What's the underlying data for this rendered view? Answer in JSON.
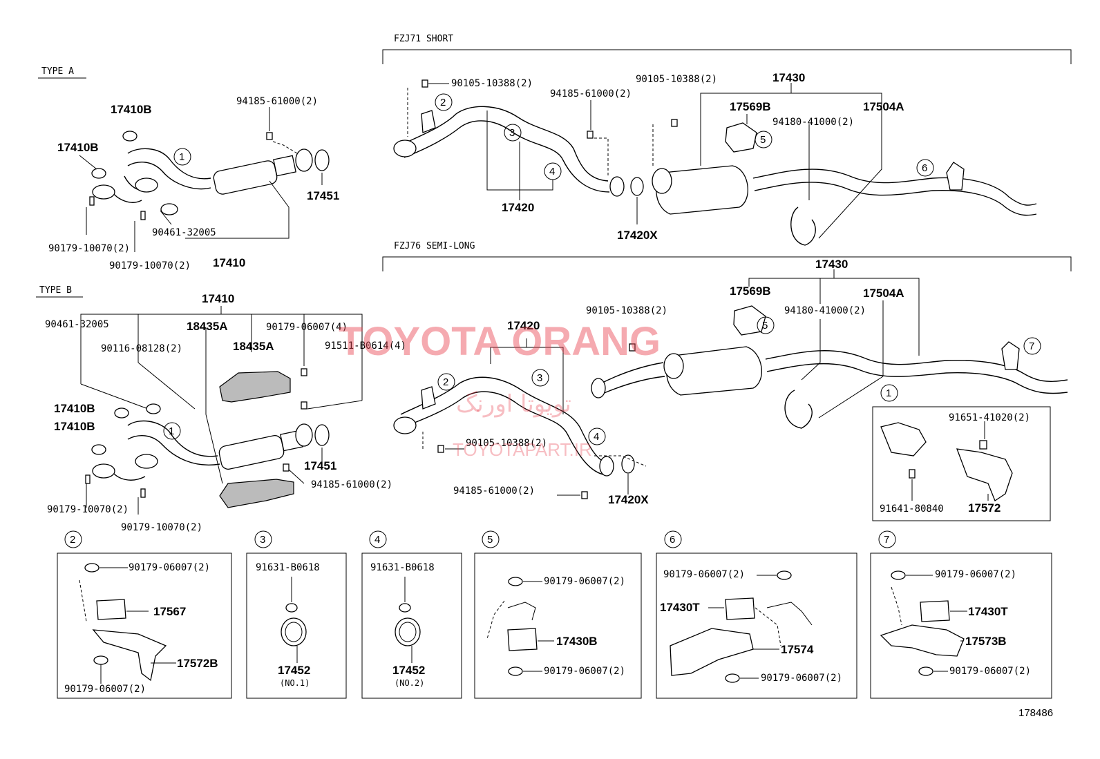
{
  "sections": {
    "type_a": "TYPE A",
    "type_b": "TYPE B",
    "fzj71": "FZJ71 SHORT",
    "fzj76": "FZJ76 SEMI-LONG"
  },
  "watermark": {
    "brand": "TOYOTA ORANG",
    "arabic": "تویوتا اورنگ",
    "url": "TOYOTAPART.IR"
  },
  "type_a": {
    "p17410B_top": "17410B",
    "p17410B_left": "17410B",
    "p94185": "94185-61000(2)",
    "p17451": "17451",
    "p90179_a": "90179-10070(2)",
    "p90179_b": "90179-10070(2)",
    "p90461": "90461-32005",
    "p17410": "17410",
    "ref1": "1"
  },
  "type_b": {
    "p17410": "17410",
    "p90461": "90461-32005",
    "p18435A_1": "18435A",
    "p90116": "90116-08128(2)",
    "p18435A_2": "18435A",
    "p90179_06007": "90179-06007(4)",
    "p91511": "91511-B0614(4)",
    "p17410B_1": "17410B",
    "p17410B_2": "17410B",
    "p17451": "17451",
    "p94185": "94185-61000(2)",
    "p90179_a": "90179-10070(2)",
    "p90179_b": "90179-10070(2)",
    "ref1": "1"
  },
  "fzj71": {
    "p90105_a": "90105-10388(2)",
    "p94185": "94185-61000(2)",
    "p90105_b": "90105-10388(2)",
    "p17430": "17430",
    "p17569B": "17569B",
    "p17504A": "17504A",
    "p94180": "94180-41000(2)",
    "p17420": "17420",
    "p17420X": "17420X",
    "ref2": "2",
    "ref3": "3",
    "ref4": "4",
    "ref5": "5",
    "ref6": "6"
  },
  "fzj76": {
    "p17430": "17430",
    "p17569B": "17569B",
    "p17504A": "17504A",
    "p90105_a": "90105-10388(2)",
    "p94180": "94180-41000(2)",
    "p17420": "17420",
    "p90105_b": "90105-10388(2)",
    "p94185": "94185-61000(2)",
    "p17420X": "17420X",
    "ref2": "2",
    "ref3": "3",
    "ref4": "4",
    "ref5": "5",
    "ref7": "7"
  },
  "detail1": {
    "ref": "1",
    "p91651": "91651-41020(2)",
    "p91641": "91641-80840",
    "p17572": "17572"
  },
  "detail2": {
    "ref": "2",
    "p90179_top": "90179-06007(2)",
    "p17567": "17567",
    "p17572B": "17572B",
    "p90179_bot": "90179-06007(2)"
  },
  "detail3": {
    "ref": "3",
    "p91631": "91631-B0618",
    "p17452": "17452",
    "note": "(NO.1)"
  },
  "detail4": {
    "ref": "4",
    "p91631": "91631-B0618",
    "p17452": "17452",
    "note": "(NO.2)"
  },
  "detail5": {
    "ref": "5",
    "p90179_top": "90179-06007(2)",
    "p17430B": "17430B",
    "p90179_bot": "90179-06007(2)"
  },
  "detail6": {
    "ref": "6",
    "p90179_top": "90179-06007(2)",
    "p17430T": "17430T",
    "p17574": "17574",
    "p90179_bot": "90179-06007(2)"
  },
  "detail7": {
    "ref": "7",
    "p90179_top": "90179-06007(2)",
    "p17430T": "17430T",
    "p17573B": "17573B",
    "p90179_bot": "90179-06007(2)"
  },
  "doc_number": "178486"
}
